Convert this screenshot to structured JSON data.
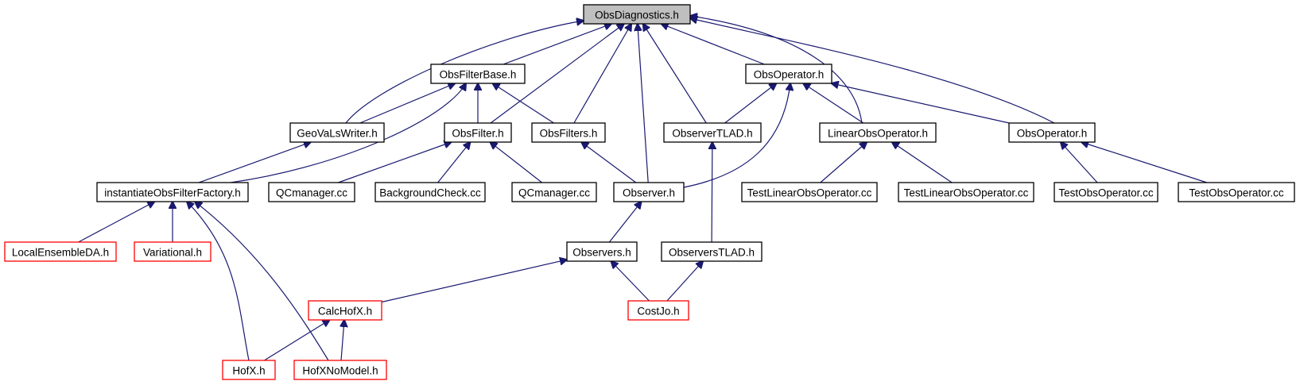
{
  "graph": {
    "colors": {
      "edge": "#191970",
      "border": "#000000",
      "incomplete_border": "#ff0000",
      "root_fill": "#bfbfbf",
      "fill": "#ffffff"
    },
    "nodes": [
      {
        "id": "n0",
        "label": "ObsDiagnostics.h",
        "style": "root"
      },
      {
        "id": "n1",
        "label": "ObsFilterBase.h",
        "style": "normal"
      },
      {
        "id": "n2",
        "label": "ObsOperator.h",
        "style": "normal"
      },
      {
        "id": "n3",
        "label": "GeoVaLsWriter.h",
        "style": "normal"
      },
      {
        "id": "n4",
        "label": "ObsFilter.h",
        "style": "normal"
      },
      {
        "id": "n5",
        "label": "ObsFilters.h",
        "style": "normal"
      },
      {
        "id": "n6",
        "label": "ObserverTLAD.h",
        "style": "normal"
      },
      {
        "id": "n7",
        "label": "LinearObsOperator.h",
        "style": "normal"
      },
      {
        "id": "n8",
        "label": "ObsOperator.h",
        "style": "normal"
      },
      {
        "id": "n9",
        "label": "instantiateObsFilterFactory.h",
        "style": "normal"
      },
      {
        "id": "n10",
        "label": "QCmanager.cc",
        "style": "normal"
      },
      {
        "id": "n11",
        "label": "BackgroundCheck.cc",
        "style": "normal"
      },
      {
        "id": "n12",
        "label": "QCmanager.cc",
        "style": "normal"
      },
      {
        "id": "n13",
        "label": "Observer.h",
        "style": "normal"
      },
      {
        "id": "n14",
        "label": "TestLinearObsOperator.cc",
        "style": "normal"
      },
      {
        "id": "n15",
        "label": "TestLinearObsOperator.cc",
        "style": "normal"
      },
      {
        "id": "n16",
        "label": "TestObsOperator.cc",
        "style": "normal"
      },
      {
        "id": "n17",
        "label": "TestObsOperator.cc",
        "style": "normal"
      },
      {
        "id": "n18",
        "label": "LocalEnsembleDA.h",
        "style": "red"
      },
      {
        "id": "n19",
        "label": "Variational.h",
        "style": "red"
      },
      {
        "id": "n20",
        "label": "Observers.h",
        "style": "normal"
      },
      {
        "id": "n21",
        "label": "ObserversTLAD.h",
        "style": "normal"
      },
      {
        "id": "n22",
        "label": "CalcHofX.h",
        "style": "red"
      },
      {
        "id": "n23",
        "label": "CostJo.h",
        "style": "red"
      },
      {
        "id": "n24",
        "label": "HofX.h",
        "style": "red"
      },
      {
        "id": "n25",
        "label": "HofXNoModel.h",
        "style": "red"
      }
    ],
    "edges": [
      {
        "from": "n1",
        "to": "n0"
      },
      {
        "from": "n2",
        "to": "n0"
      },
      {
        "from": "n3",
        "to": "n0"
      },
      {
        "from": "n4",
        "to": "n0"
      },
      {
        "from": "n5",
        "to": "n0"
      },
      {
        "from": "n6",
        "to": "n0"
      },
      {
        "from": "n7",
        "to": "n0"
      },
      {
        "from": "n8",
        "to": "n0"
      },
      {
        "from": "n13",
        "to": "n0"
      },
      {
        "from": "n3",
        "to": "n1"
      },
      {
        "from": "n4",
        "to": "n1"
      },
      {
        "from": "n5",
        "to": "n1"
      },
      {
        "from": "n9",
        "to": "n1"
      },
      {
        "from": "n6",
        "to": "n2"
      },
      {
        "from": "n7",
        "to": "n2"
      },
      {
        "from": "n8",
        "to": "n2"
      },
      {
        "from": "n13",
        "to": "n2"
      },
      {
        "from": "n9",
        "to": "n3"
      },
      {
        "from": "n10",
        "to": "n4"
      },
      {
        "from": "n11",
        "to": "n4"
      },
      {
        "from": "n12",
        "to": "n4"
      },
      {
        "from": "n13",
        "to": "n5"
      },
      {
        "from": "n21",
        "to": "n6"
      },
      {
        "from": "n14",
        "to": "n7"
      },
      {
        "from": "n15",
        "to": "n7"
      },
      {
        "from": "n16",
        "to": "n8"
      },
      {
        "from": "n17",
        "to": "n8"
      },
      {
        "from": "n18",
        "to": "n9"
      },
      {
        "from": "n19",
        "to": "n9"
      },
      {
        "from": "n24",
        "to": "n9"
      },
      {
        "from": "n25",
        "to": "n9"
      },
      {
        "from": "n20",
        "to": "n13"
      },
      {
        "from": "n22",
        "to": "n20"
      },
      {
        "from": "n23",
        "to": "n20"
      },
      {
        "from": "n23",
        "to": "n21"
      },
      {
        "from": "n24",
        "to": "n22"
      },
      {
        "from": "n25",
        "to": "n22"
      }
    ]
  }
}
